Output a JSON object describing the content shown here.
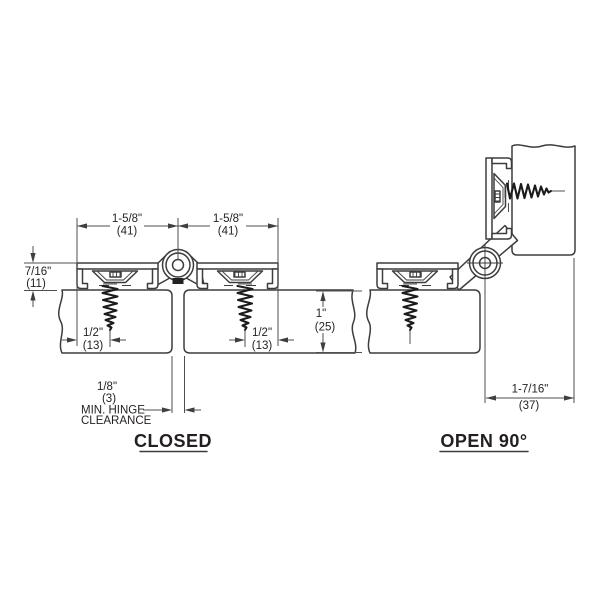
{
  "drawing": {
    "background": "#ffffff",
    "line_color": "#3d3d3d",
    "text_color": "#231f20",
    "closed": {
      "title": "CLOSED",
      "dim_left_span": {
        "in": "1-5/8\"",
        "mm": "(41)"
      },
      "dim_right_span": {
        "in": "1-5/8\"",
        "mm": "(41)"
      },
      "dim_leaf_height": {
        "in": "7/16\"",
        "mm": "(11)"
      },
      "dim_screw_inset_left": {
        "in": "1/2\"",
        "mm": "(13)"
      },
      "dim_screw_inset_right": {
        "in": "1/2\"",
        "mm": "(13)"
      },
      "dim_clearance": {
        "in": "1/8\"",
        "mm": "(3)",
        "note1": "MIN. HINGE",
        "note2": "CLEARANCE"
      }
    },
    "open": {
      "title": "OPEN 90°",
      "dim_panel_thickness": {
        "in": "1\"",
        "mm": "(25)"
      },
      "dim_pivot_to_face": {
        "in": "1-7/16\"",
        "mm": "(37)"
      }
    }
  }
}
